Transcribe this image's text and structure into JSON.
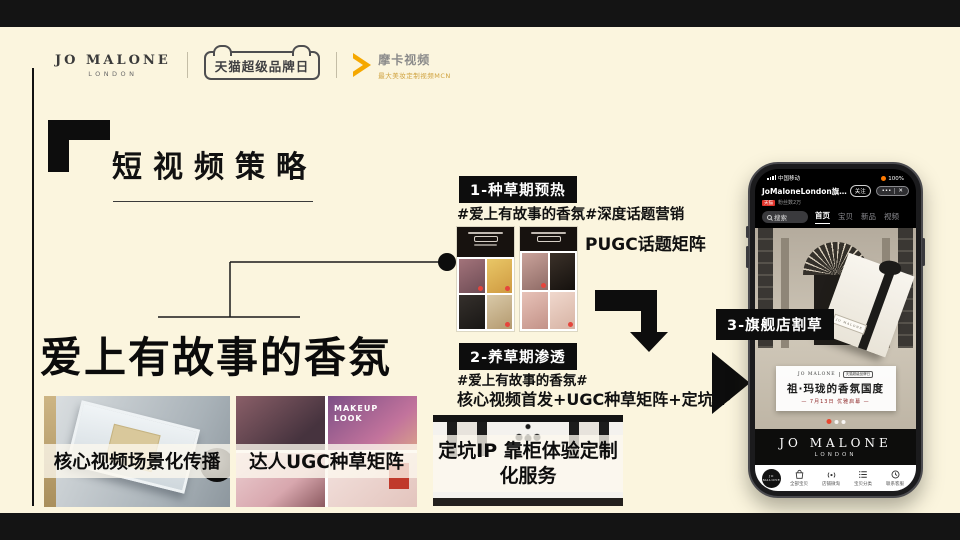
{
  "header": {
    "brand_name": "JO MALONE",
    "brand_city": "LONDON",
    "tmall_label": "天猫超级品牌日",
    "moka_name": "摩卡视频",
    "moka_tagline": "最大美妆定制视频MCN"
  },
  "slide": {
    "title": "短视频策略",
    "main_title": "爱上有故事的香氛"
  },
  "step1": {
    "badge": "1-种草期预热",
    "desc": "#爱上有故事的香氛#深度话题营销",
    "caption": "PUGC话题矩阵"
  },
  "step2": {
    "badge": "2-养草期渗透",
    "desc": "#爱上有故事的香氛#",
    "desc2": "核心视频首发+UGC种草矩阵+定坑IP"
  },
  "step3": {
    "badge": "3-旗舰店割草"
  },
  "gallery": {
    "img1_label": "核心视频场景化传播",
    "img2_label": "达人UGC种草矩阵",
    "img3_label": "定坑IP 靠柜体验定制 化服务",
    "makeup_text": "MAKEUP LOOK"
  },
  "phone": {
    "carrier": "中国移动",
    "battery": "100%",
    "shop_name": "JoMaloneLondon旗…",
    "follow": "关注",
    "more": "•••",
    "close": "✕",
    "tmall_tag": "天猫",
    "fans": "粉丝数2万",
    "search_placeholder": "搜索",
    "tabs": [
      "首页",
      "宝贝",
      "新品",
      "视频"
    ],
    "card": {
      "brand_left": "JO MALONE",
      "brand_right": "天猫超级品牌日",
      "title": "祖·玛珑的香氛国度",
      "subtitle": "— 7月13日 优雅启幕 —"
    },
    "box_label": "JO MALONE",
    "banner_name": "JO MALONE",
    "banner_city": "LONDON",
    "nav": [
      "全部宝贝",
      "店铺微淘",
      "宝贝分类",
      "联系客服"
    ]
  }
}
